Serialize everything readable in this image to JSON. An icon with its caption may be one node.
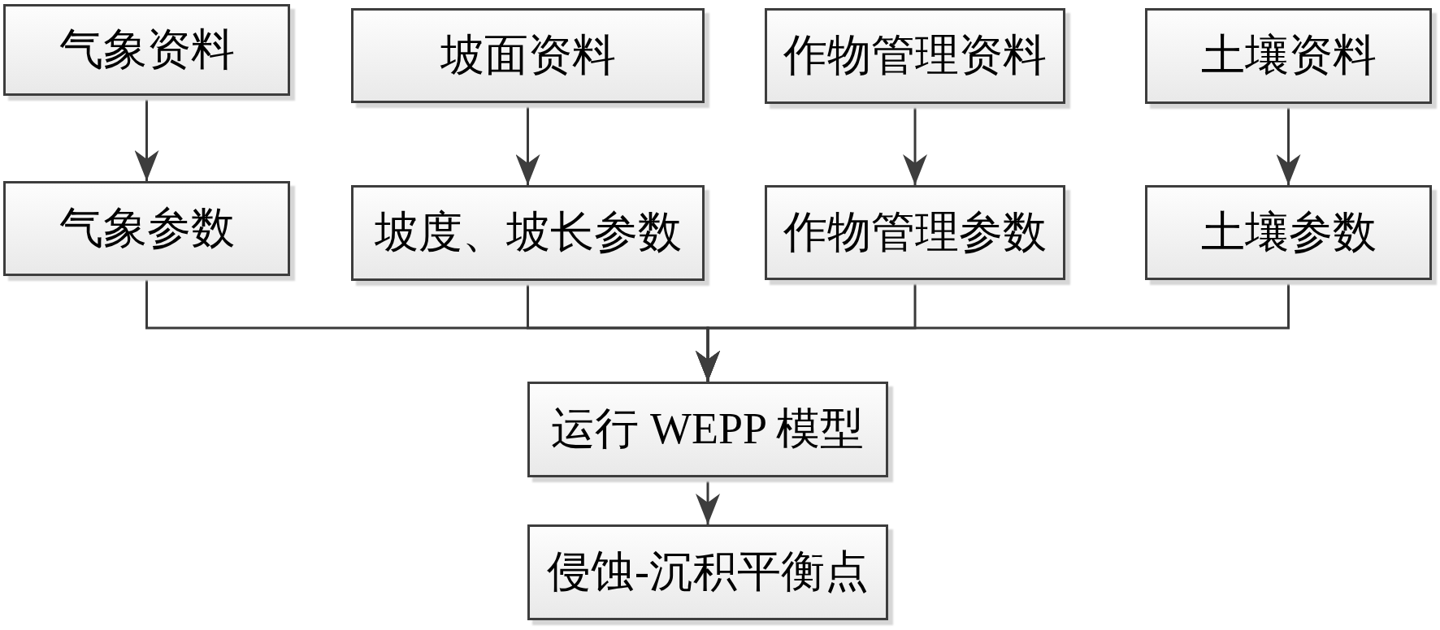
{
  "diagram": {
    "nodes": [
      {
        "text": [
          "气象资料"
        ]
      },
      {
        "text": [
          "坡面资料"
        ]
      },
      {
        "text": [
          "作物管理资料"
        ]
      },
      {
        "text": [
          "土壤资料"
        ]
      },
      {
        "text": [
          "气象参数"
        ]
      },
      {
        "text": [
          "坡度、坡长参数"
        ]
      },
      {
        "text": [
          "作物管理参数"
        ]
      },
      {
        "text": [
          "土壤参数"
        ]
      },
      {
        "text": [
          "运行 WEPP 模型"
        ]
      },
      {
        "text": [
          "侵蚀-沉积平衡点"
        ]
      }
    ],
    "edges": [
      {
        "from": 0,
        "to": 4,
        "arrow": "to"
      },
      {
        "from": 1,
        "to": 5,
        "arrow": "to"
      },
      {
        "from": 2,
        "to": 6,
        "arrow": "to"
      },
      {
        "from": 3,
        "to": 7,
        "arrow": "to"
      },
      {
        "from": 4,
        "to": 8,
        "arrow": "to"
      },
      {
        "from": 5,
        "to": 8,
        "arrow": "to"
      },
      {
        "from": 6,
        "to": 8,
        "arrow": "to"
      },
      {
        "from": 7,
        "to": 8,
        "arrow": "to"
      },
      {
        "from": 8,
        "to": 9,
        "arrow": "to"
      }
    ]
  }
}
